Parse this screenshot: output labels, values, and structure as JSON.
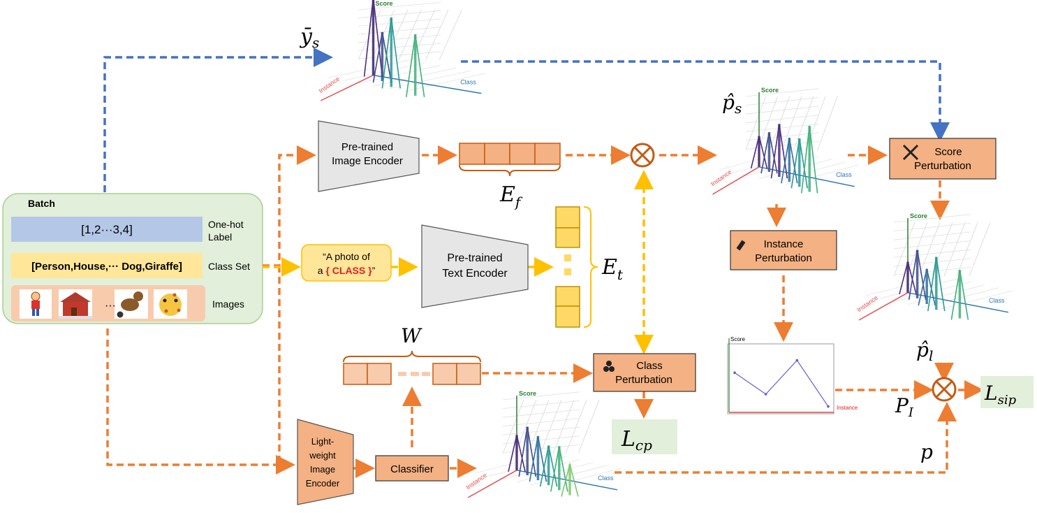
{
  "batch": {
    "title": "Batch",
    "label_values": "[1,2···3,4]",
    "label_caption_line1": "One-hot",
    "label_caption_line2": "Label",
    "classset_values": "[Person,House,··· Dog,Giraffe]",
    "classset_caption": "Class Set",
    "images_caption": "Images",
    "images_ellipsis": "···"
  },
  "prompt": {
    "line1": "“A photo of",
    "line2_prefix": "a ",
    "line2_class": "{ CLASS }",
    "line2_suffix": "”"
  },
  "encoders": {
    "image_line1": "Pre-trained",
    "image_line2": "Image Encoder",
    "text_line1": "Pre-trained",
    "text_line2": "Text Encoder",
    "light_line1": "Light-",
    "light_line2": "weight",
    "light_line3": "Image",
    "light_line4": "Encoder"
  },
  "classifier": "Classifier",
  "boxes": {
    "score_perturbation_line1": "Score",
    "score_perturbation_line2": "Perturbation",
    "instance_perturbation_line1": "Instance",
    "instance_perturbation_line2": "Perturbation",
    "class_perturbation_line1": "Class",
    "class_perturbation_line2": "Perturbation"
  },
  "symbols": {
    "ys": "ȳ",
    "ys_sub": "s",
    "ps": "p̂",
    "ps_sub": "s",
    "pl": "p̂",
    "pl_sub": "l",
    "ef": "E",
    "ef_sub": "f",
    "et": "E",
    "et_sub": "t",
    "w": "W",
    "pi": "P",
    "pi_sub": "I",
    "p": "p",
    "lcp": "L",
    "lcp_sub": "cp",
    "lsip": "L",
    "lsip_sub": "sip"
  },
  "plot_axes": {
    "score": "Score",
    "class": "Class",
    "instance": "Instance"
  },
  "instance_chart": {
    "score": "Score",
    "instance": "Instance",
    "values": [
      0.6,
      0.25,
      0.8,
      0.05
    ]
  },
  "colors": {
    "orange": "#ED7D31",
    "blue": "#4472C4",
    "yellow": "#FFC000",
    "box_fill": "#F4B183",
    "box_stroke": "#333333",
    "green_panel": "#E2EFDA",
    "label_blue": "#B4C7E7",
    "classset_yellow": "#FFE699",
    "images_peach": "#F8CBAD",
    "loss_green": "#E2EFDA"
  }
}
